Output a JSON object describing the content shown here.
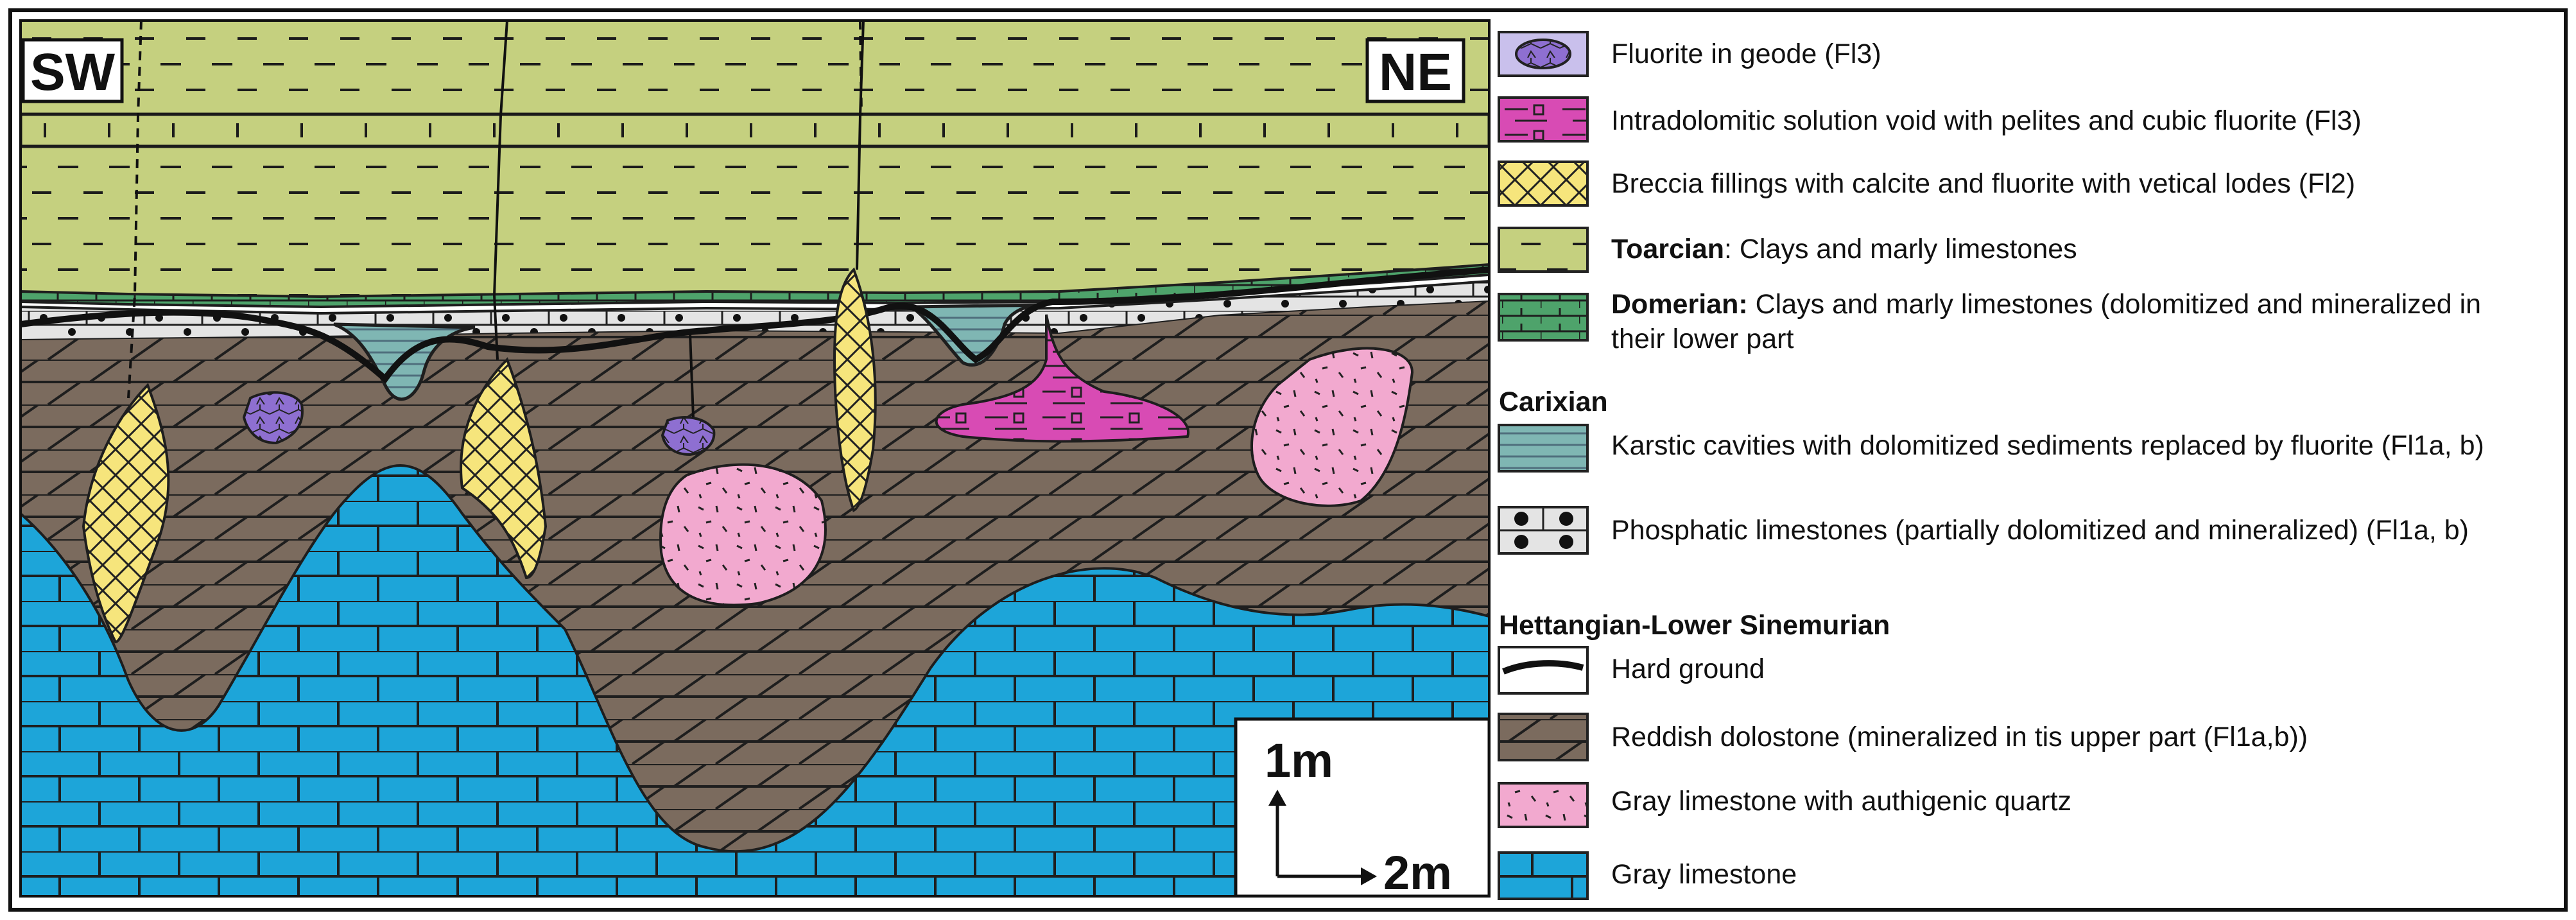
{
  "directions": {
    "left": "SW",
    "right": "NE"
  },
  "scale_bar": {
    "vertical": "1m",
    "horizontal": "2m"
  },
  "colors": {
    "toarcian": "#c5d07f",
    "domerian": "#4ea36b",
    "dolostone": "#7b6b5e",
    "gray_limestone": "#1da5d9",
    "phosphatic": "#e4e4e4",
    "karstic": "#7fb6b3",
    "breccia": "#f6e57c",
    "geode": "#8e6fd1",
    "void": "#d84bb4",
    "quartz_limestone": "#f2a9cf"
  },
  "legend": {
    "items": [
      {
        "id": "geode",
        "label": "Fluorite in geode (Fl3)"
      },
      {
        "id": "void",
        "label": "Intradolomitic solution void with pelites and cubic fluorite (Fl3)"
      },
      {
        "id": "breccia",
        "label": "Breccia fillings with calcite and fluorite with vetical lodes (Fl2)"
      },
      {
        "id": "toarcian",
        "bold": "Toarcian",
        "label": ": Clays and marly limestones"
      },
      {
        "id": "domerian",
        "bold": "Domerian:",
        "label": " Clays and marly limestones (dolomitized and mineralized in",
        "label2": "their lower part"
      },
      {
        "id": "karstic",
        "label": "Karstic cavities with dolomitized sediments replaced by fluorite (Fl1a, b)"
      },
      {
        "id": "phosphatic",
        "label": "Phosphatic limestones (partially dolomitized and mineralized) (Fl1a, b)"
      },
      {
        "id": "hardground",
        "label": "Hard ground"
      },
      {
        "id": "dolostone",
        "label": "Reddish dolostone (mineralized in tis upper part (Fl1a,b))"
      },
      {
        "id": "quartz_limestone",
        "label": "Gray limestone with authigenic quartz"
      },
      {
        "id": "gray_limestone",
        "label": "Gray limestone"
      }
    ],
    "headers": {
      "carixian": "Carixian",
      "hettangian": "Hettangian-Lower Sinemurian"
    }
  }
}
